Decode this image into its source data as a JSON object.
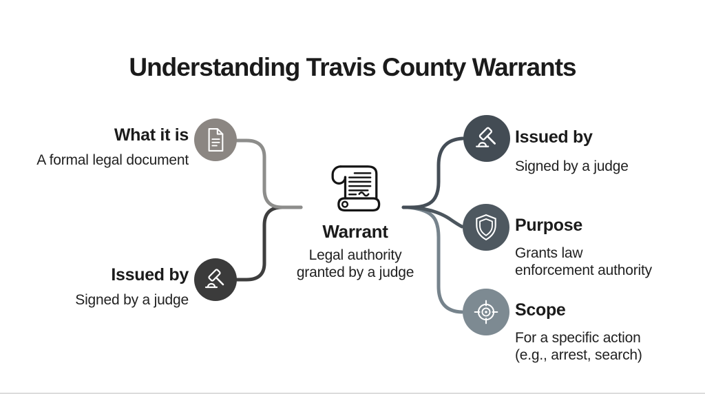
{
  "title": "Understanding Travis County Warrants",
  "center": {
    "icon": "scroll-icon",
    "heading": "Warrant",
    "description": "Legal authority granted by a judge"
  },
  "left_branches": [
    {
      "heading": "What it is",
      "description": "A formal legal document",
      "icon": "document-icon"
    },
    {
      "heading": "Issued by",
      "description": "Signed by a judge",
      "icon": "gavel-icon"
    }
  ],
  "right_branches": [
    {
      "heading": "Issued by",
      "description": "Signed by a judge",
      "icon": "gavel-icon"
    },
    {
      "heading": "Purpose",
      "description": "Grants law enforcement authority",
      "icon": "shield-icon"
    },
    {
      "heading": "Scope",
      "description": "For a specific action (e.g., arrest, search)",
      "icon": "target-icon"
    }
  ],
  "colors": {
    "title_text": "#1b1b1b",
    "body_text": "#212121",
    "document_circle": "#8b8682",
    "left_gavel_circle": "#3b3b3b",
    "right_gavel_circle": "#434c54",
    "purpose_circle": "#4e5860",
    "scope_circle": "#7d8a92",
    "left_top_line": "#8d8d8b",
    "left_bottom_line": "#3e3e3e",
    "right_line": "#454e57",
    "purpose_line": "#4c565e",
    "scope_line": "#76838c",
    "center_icon_stroke": "#151515",
    "icon_stroke": "#ffffff"
  }
}
